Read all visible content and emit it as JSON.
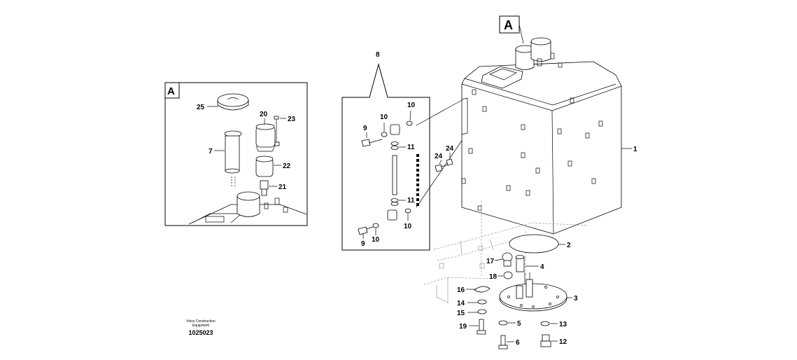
{
  "view_markers": {
    "main": "A",
    "detail": "A"
  },
  "detail_labels": [
    "25",
    "20",
    "23",
    "7",
    "22",
    "21"
  ],
  "callout_labels": [
    "8",
    "9",
    "10",
    "10",
    "11",
    "11",
    "10",
    "9",
    "10"
  ],
  "main_labels": [
    "1",
    "24",
    "24",
    "2",
    "4",
    "17",
    "18",
    "3",
    "16",
    "14",
    "15",
    "19",
    "5",
    "13",
    "6",
    "12"
  ],
  "credit": {
    "line1": "Volvo Construction",
    "line2": "Equipment",
    "code": "1025023"
  }
}
